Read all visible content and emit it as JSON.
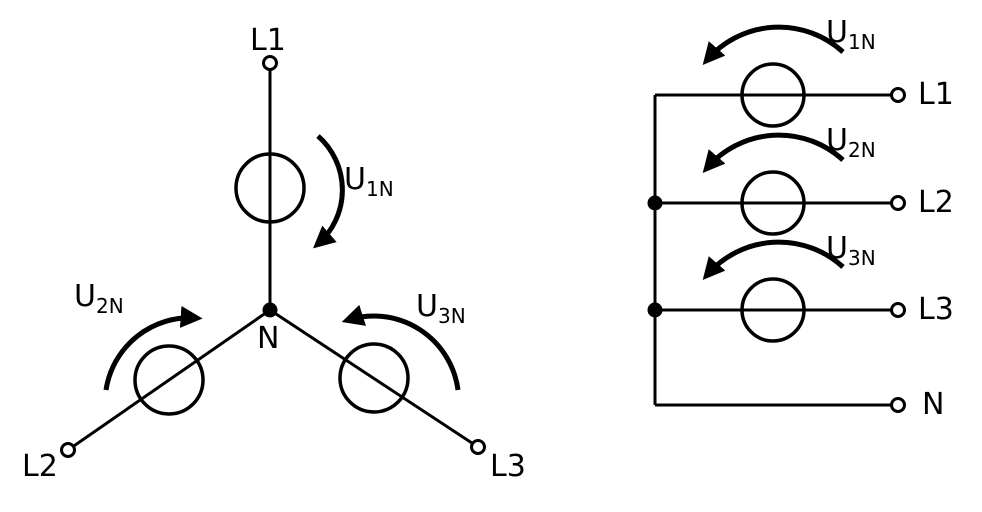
{
  "left_diagram": {
    "terminals": {
      "l1": "L1",
      "l2": "L2",
      "l3": "L3"
    },
    "neutral_label": "N",
    "voltage_labels": {
      "u1n": {
        "base": "U",
        "sub": "1N"
      },
      "u2n": {
        "base": "U",
        "sub": "2N"
      },
      "u3n": {
        "base": "U",
        "sub": "3N"
      }
    }
  },
  "right_diagram": {
    "terminals": {
      "l1": "L1",
      "l2": "L2",
      "l3": "L3",
      "n": "N"
    },
    "voltage_labels": {
      "u1n": {
        "base": "U",
        "sub": "1N"
      },
      "u2n": {
        "base": "U",
        "sub": "2N"
      },
      "u3n": {
        "base": "U",
        "sub": "3N"
      }
    }
  },
  "colors": {
    "stroke": "#000000",
    "background": "#ffffff"
  }
}
